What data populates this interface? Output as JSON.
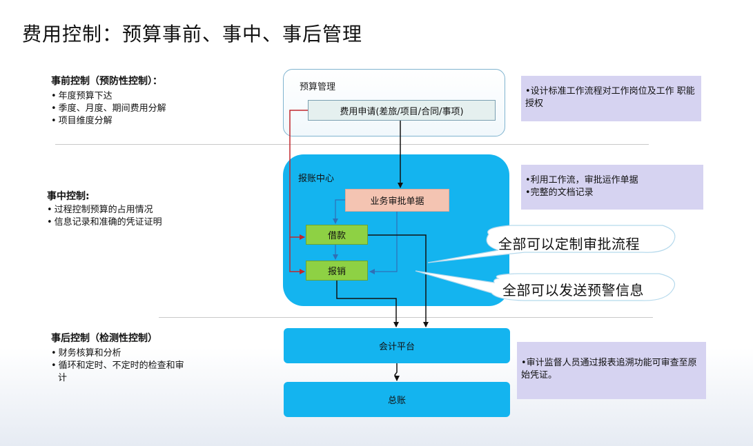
{
  "title": "费用控制：预算事前、事中、事后管理",
  "pre_control": {
    "heading": "事前控制（预防性控制）：",
    "items": [
      "年度预算下达",
      "季度、月度、期间费用分解",
      "项目维度分解"
    ]
  },
  "mid_control": {
    "heading": "事中控制:",
    "items": [
      "过程控制预算的占用情况",
      "信息记录和准确的凭证证明"
    ]
  },
  "post_control": {
    "heading": "事后控制（检测性控制）",
    "items": [
      "财务核算和分析",
      "循环和定时、不定时的检查和审计"
    ]
  },
  "flow": {
    "budget_mgmt": "预算管理",
    "expense_apply": "费用申请(差旅/项目/合同/事项)",
    "reimb_center": "报账中心",
    "biz_approval": "业务审批单据",
    "loan": "借款",
    "reimburse": "报销",
    "accounting": "会计平台",
    "ledger": "总账"
  },
  "notes": {
    "note1": "•设计标准工作流程对工作岗位及工作  职能授权",
    "note2_line1": "•利用工作流，审批运作单据",
    "note2_line2": "•完整的文档记录",
    "note3": "•审计监督人员通过报表追溯功能可审查至原始凭证。"
  },
  "callouts": {
    "approval_flow": "全部可以定制审批流程",
    "warning_msg": "全部可以发送预警信息"
  },
  "colors": {
    "blue": "#14b4ef",
    "green": "#8ed144",
    "salmon": "#f4c4b2",
    "lavender": "#d6d3f1",
    "red_line": "#c0262d"
  }
}
